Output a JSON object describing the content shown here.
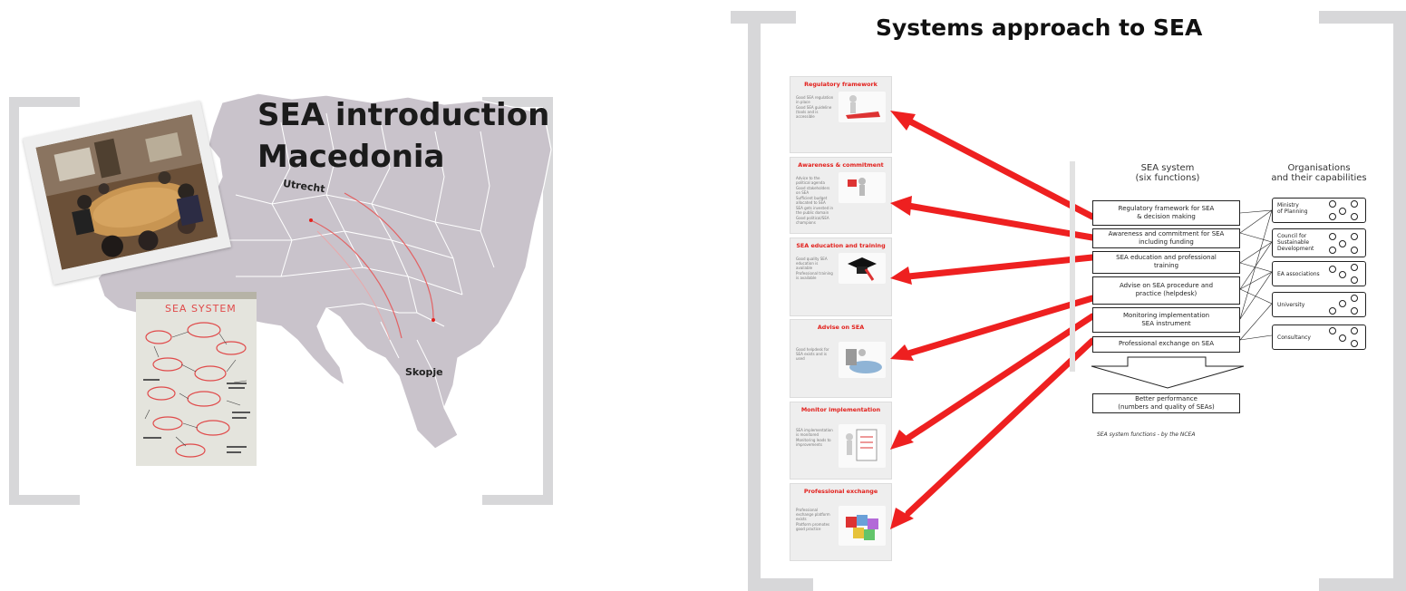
{
  "slide_left": {
    "title_line1": "SEA introduction",
    "title_line2": "Macedonia",
    "city_utrecht": "Utrecht",
    "city_skopje": "Skopje",
    "whiteboard_heading": "SEA SYSTEM"
  },
  "slide_right": {
    "title": "Systems approach to SEA",
    "cards": [
      {
        "title": "Regulatory framework",
        "bullets": [
          "Good SEA regulation in place",
          "Good SEA guideline (tools and is accessible"
        ]
      },
      {
        "title": "Awareness & commitment",
        "bullets": [
          "Advice to the political agenda",
          "Good stakeholders on SEA",
          "Sufficient budget allocated to SEA",
          "SEA gets invested in the public domain",
          "Good political/SEA champions"
        ]
      },
      {
        "title": "SEA education and training",
        "bullets": [
          "Good quality SEA education is available",
          "Professional training is available"
        ]
      },
      {
        "title": "Advise on SEA",
        "bullets": [
          "Good helpdesk for SEA exists and is used"
        ]
      },
      {
        "title": "Monitor implementation",
        "bullets": [
          "SEA implementation is monitored",
          "Monitoring leads to improvements"
        ]
      },
      {
        "title": "Professional exchange",
        "bullets": [
          "Professional exchange platform exists",
          "Platform promotes good practice"
        ]
      }
    ],
    "system_header": "SEA system\n(six functions)",
    "org_header": "Organisations\nand their capabilities",
    "functions": [
      "Regulatory framework for SEA\n& decision making",
      "Awareness and commitment for SEA\nincluding funding",
      "SEA education and professional\ntraining",
      "Advise on SEA procedure and\npractice (helpdesk)",
      "Monitoring implementation\nSEA instrument",
      "Professional exchange on SEA"
    ],
    "organisations": [
      "Ministry\nof Planning",
      "Council for\nSustainable\nDevelopment",
      "EA associations",
      "University",
      "Consultancy"
    ],
    "result_box": "Better performance\n(numbers and quality of SEAs)",
    "caption": "SEA system functions - by the NCEA"
  },
  "colors": {
    "accent_red": "#e2201c",
    "bracket_gray": "#d7d7d9",
    "map_fill": "#c9c3cb"
  }
}
